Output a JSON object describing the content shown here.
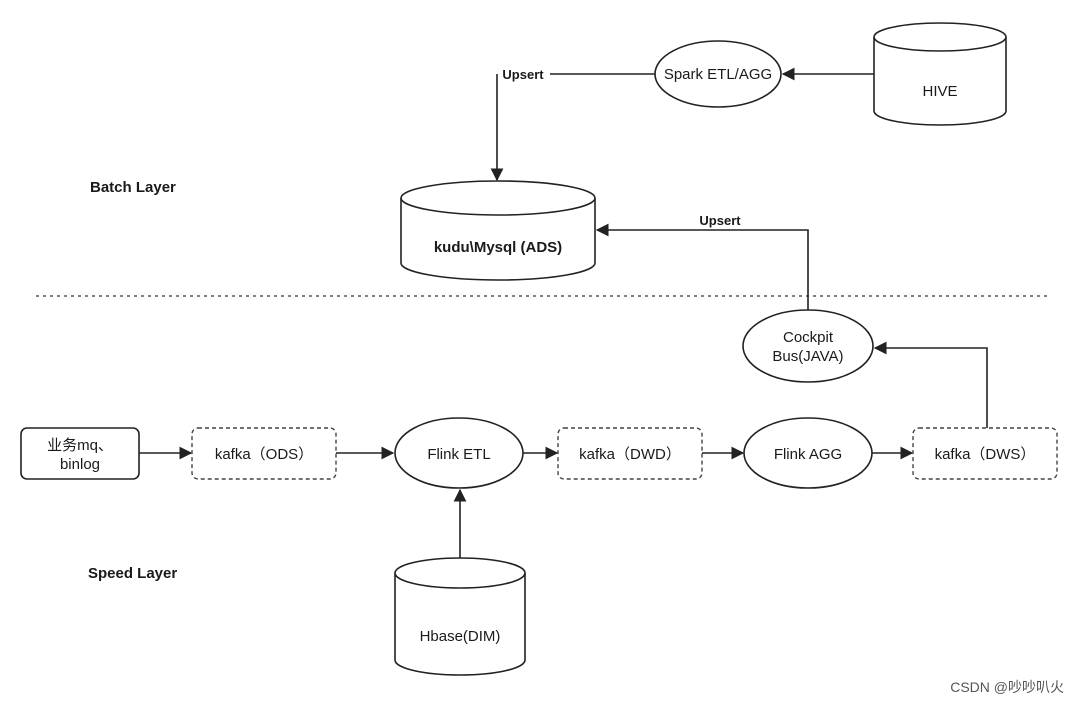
{
  "layers": {
    "batch": "Batch Layer",
    "speed": "Speed Layer"
  },
  "nodes": {
    "hive": "HIVE",
    "spark": "Spark ETL/AGG",
    "kudu": "kudu\\Mysql (ADS)",
    "cockpit_line1": "Cockpit",
    "cockpit_line2": "Bus(JAVA)",
    "source_line1": "业务mq、",
    "source_line2": "binlog",
    "kafka_ods": "kafka（ODS）",
    "flink_etl": "Flink ETL",
    "kafka_dwd": "kafka（DWD）",
    "flink_agg": "Flink AGG",
    "kafka_dws": "kafka（DWS）",
    "hbase": "Hbase(DIM)"
  },
  "edges": {
    "upsert_spark": "Upsert",
    "upsert_cockpit": "Upsert"
  },
  "watermark": "CSDN @吵吵叭火"
}
